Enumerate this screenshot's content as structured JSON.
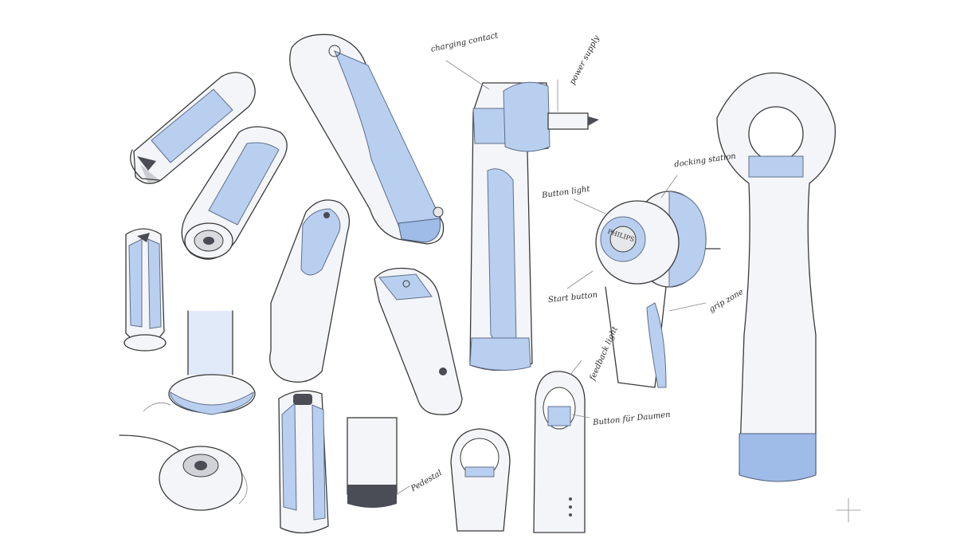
{
  "annotations": {
    "charging_contact": "charging contact",
    "power_supply": "power supply",
    "docking_station": "docking station",
    "button_light": "Button light",
    "start_button": "Start button",
    "grip_zone": "grip zone",
    "feedback_light": "feedback light",
    "button_thumb": "Button für Daumen",
    "pedestal": "Pedestal",
    "brand": "PHILIPS"
  },
  "colors": {
    "accent_blue": "#b9cff0",
    "ink": "#3a3a3a",
    "background": "#ffffff"
  }
}
